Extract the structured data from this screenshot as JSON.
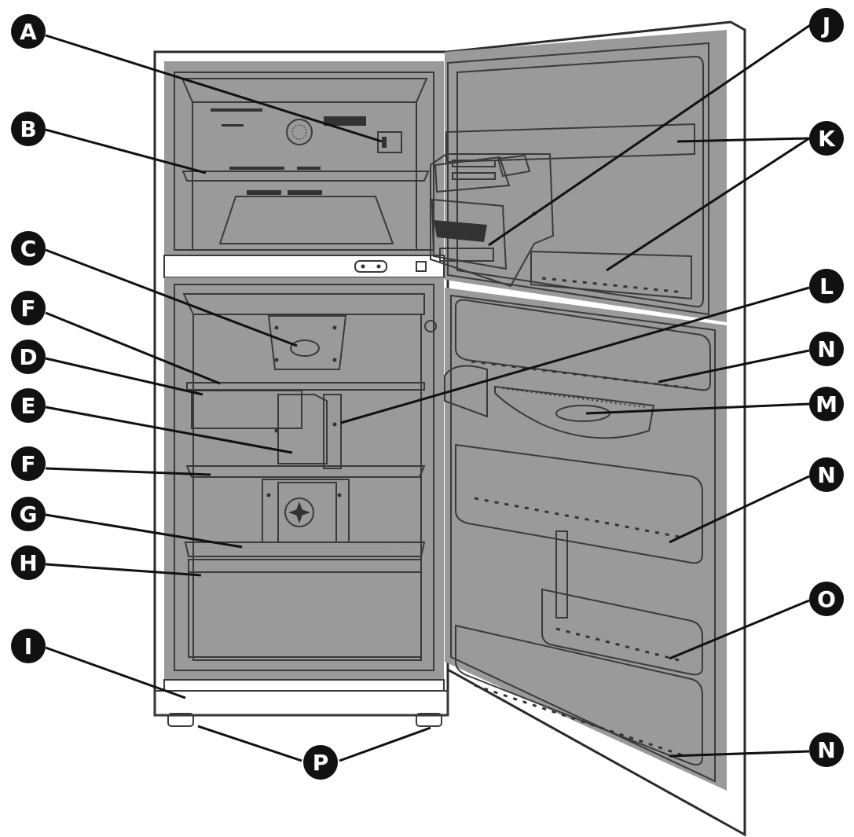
{
  "labels": {
    "A": "A",
    "B": "B",
    "C": "C",
    "D": "D",
    "E": "E",
    "F": "F",
    "G": "G",
    "H": "H",
    "I": "I",
    "J": "J",
    "K": "K",
    "L": "L",
    "M": "M",
    "N": "N",
    "O": "O",
    "P": "P"
  },
  "colors": {
    "label_circle": "#111111",
    "label_text": "#ffffff",
    "wall_gray": "#9a9a9a",
    "outline": "#3a3a3a"
  }
}
